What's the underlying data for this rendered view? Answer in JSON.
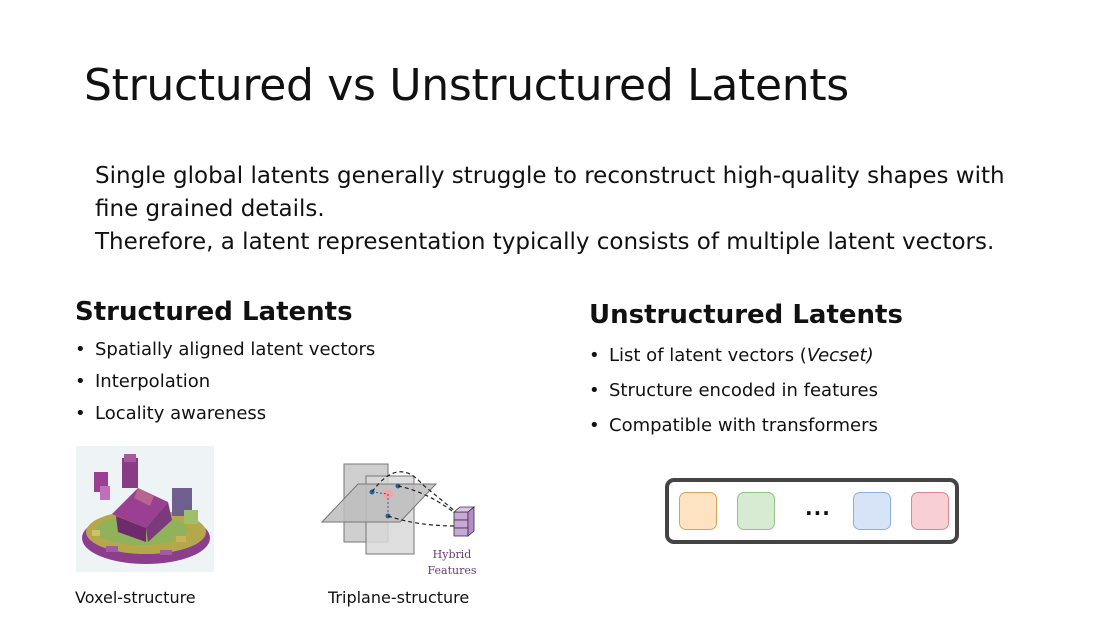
{
  "slide": {
    "title": "Structured vs Unstructured Latents",
    "intro": [
      "Single global latents generally struggle to reconstruct high-quality shapes with",
      "fine grained details.",
      "Therefore, a latent representation typically consists of multiple latent vectors."
    ]
  },
  "structured": {
    "heading": "Structured Latents",
    "bullets": [
      "Spatially aligned latent vectors",
      "Interpolation",
      "Locality awareness"
    ]
  },
  "unstructured": {
    "heading": "Unstructured Latents",
    "bullets": [
      {
        "prefix": "List of latent vectors (",
        "emph": "Vecset)",
        "suffix": ""
      },
      {
        "prefix": "Structure encoded in features",
        "emph": "",
        "suffix": ""
      },
      {
        "prefix": "Compatible with transformers",
        "emph": "",
        "suffix": ""
      }
    ]
  },
  "figures": {
    "voxel_caption": "Voxel-structure",
    "triplane_caption": "Triplane-structure",
    "triplane_label_line1": "Hybrid",
    "triplane_label_line2": "Features"
  },
  "vecset": {
    "ellipsis": "...",
    "cells": [
      {
        "fill": "#fde3c2",
        "border": "#d9a35a"
      },
      {
        "fill": "#d6ebd1",
        "border": "#93c186"
      },
      {
        "fill": "#d7e4f7",
        "border": "#8eaee0"
      },
      {
        "fill": "#f8cfd3",
        "border": "#d98891"
      }
    ]
  },
  "colors": {
    "voxel_purple": "#9a3f92",
    "voxel_olive": "#b5a84a",
    "plane_gray": "#c8c8c8",
    "cube_purple": "#c9a8d9"
  }
}
